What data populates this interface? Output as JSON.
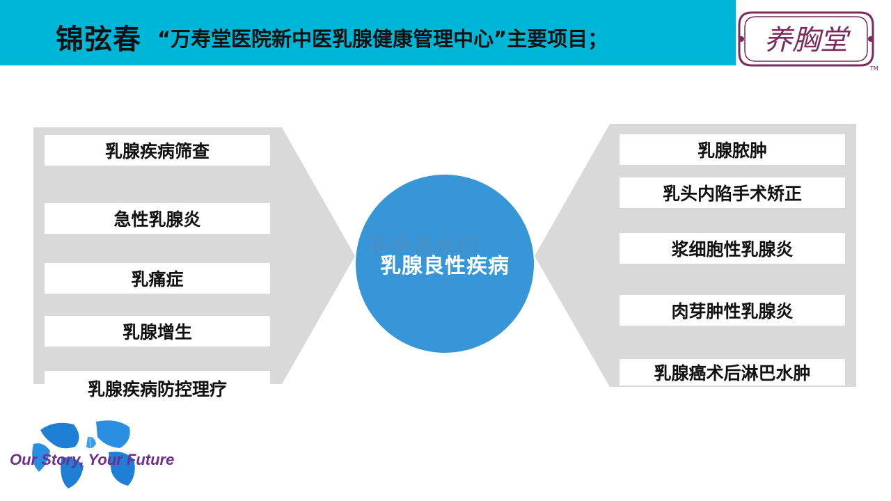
{
  "header": {
    "name": "锦弦春",
    "subtitle": "“万寿堂医院新中医乳腺健康管理中心”主要项目；"
  },
  "logo": {
    "text": "养胸堂",
    "trademark": "TM"
  },
  "center": {
    "label": "乳腺良性疾病",
    "watermark": "非会员水印"
  },
  "left_items": [
    "乳腺疾病筛查",
    "急性乳腺炎",
    "乳痛症",
    "乳腺增生",
    "乳腺疾病防控理疗"
  ],
  "right_items": [
    "乳腺脓肿",
    "乳头内陷手术矫正",
    "浆细胞性乳腺炎",
    "肉芽肿性乳腺炎",
    "乳腺癌术后淋巴水肿"
  ],
  "footer": {
    "tagline": "Our Story, Your Future"
  },
  "colors": {
    "title_bar": "#00b6d6",
    "circle": "#3796d8",
    "panel": "#d9d9d9",
    "tagline": "#6f2c91",
    "logo": "#7a2a5b"
  }
}
